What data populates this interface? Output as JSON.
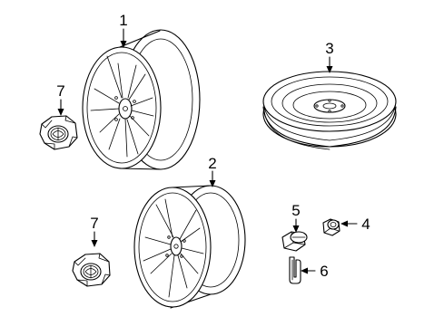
{
  "callouts": {
    "c1": "1",
    "c2": "2",
    "c3": "3",
    "c4": "4",
    "c5": "5",
    "c6": "6",
    "c7a": "7",
    "c7b": "7"
  },
  "parts": [
    {
      "callout": "1",
      "name": "alloy-wheel-upper"
    },
    {
      "callout": "2",
      "name": "alloy-wheel-lower"
    },
    {
      "callout": "3",
      "name": "spare-tire"
    },
    {
      "callout": "4",
      "name": "wheel-lock-nut"
    },
    {
      "callout": "5",
      "name": "wheel-lug-nut"
    },
    {
      "callout": "6",
      "name": "balance-weight-clip"
    },
    {
      "callout": "7",
      "name": "center-cap"
    }
  ]
}
